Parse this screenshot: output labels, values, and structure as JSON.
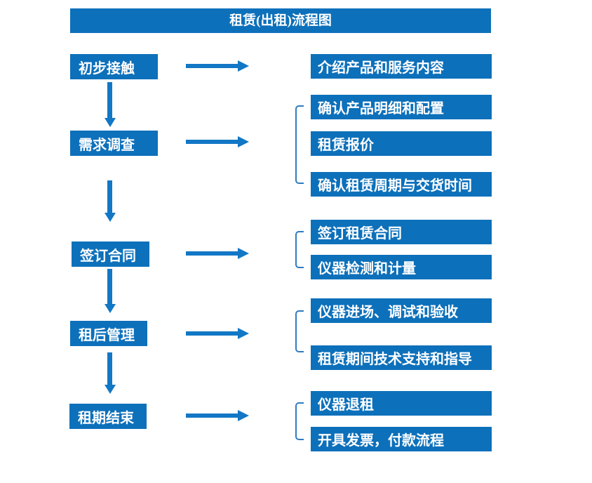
{
  "title": "租赁(出租)流程图",
  "colors": {
    "box_blue": "#0d70ba",
    "arrow_blue": "#1277c5",
    "bracket_blue": "#2f7bbf",
    "text_white": "#ffffff",
    "background": "#ffffff"
  },
  "stages": [
    {
      "label": "初步接触",
      "outputs": [
        "介绍产品和服务内容"
      ]
    },
    {
      "label": "需求调查",
      "outputs": [
        "确认产品明细和配置",
        "租赁报价",
        "确认租赁周期与交货时间"
      ]
    },
    {
      "label": "签订合同",
      "outputs": [
        "签订租赁合同",
        "仪器检测和计量"
      ]
    },
    {
      "label": "租后管理",
      "outputs": [
        "仪器进场、调试和验收",
        "租赁期间技术支持和指导"
      ]
    },
    {
      "label": "租期结束",
      "outputs": [
        "仪器退租",
        "开具发票，付款流程"
      ]
    }
  ]
}
